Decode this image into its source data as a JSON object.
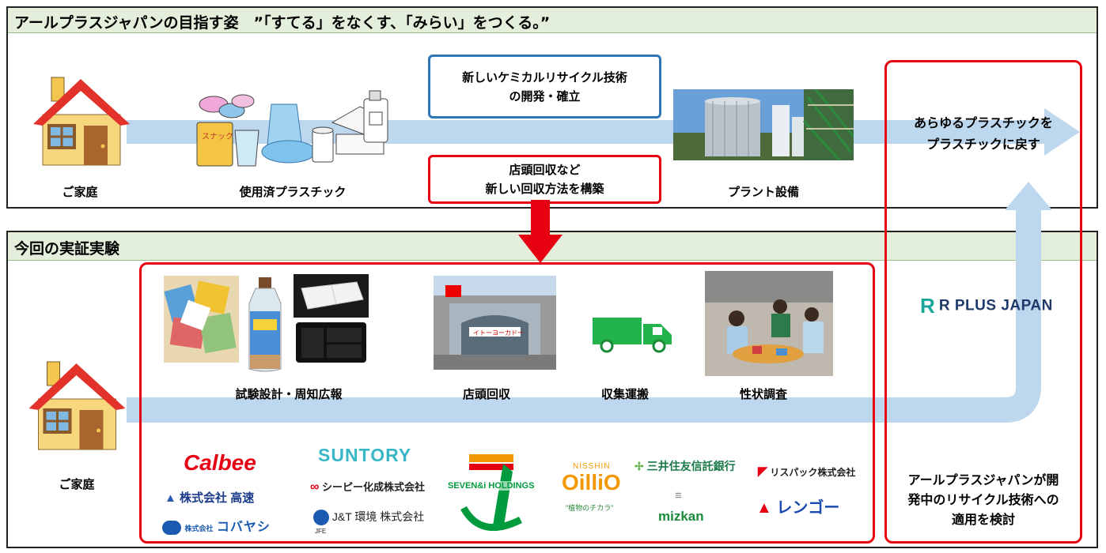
{
  "top_panel": {
    "title": "アールプラスジャパンの目指す姿　”「すてる」をなくす、「みらい」をつくる。”",
    "home_label": "ご家庭",
    "used_plastic_label": "使用済プラスチック",
    "plant_label": "プラント設備",
    "chem_box": [
      "新しいケミカルリサイクル技術",
      "の開発・確立"
    ],
    "collect_box": [
      "店頭回収など",
      "新しい回収方法を構築"
    ],
    "goal_text": [
      "あらゆるプラスチックを",
      "プラスチックに戻す"
    ]
  },
  "bottom_panel": {
    "title": "今回の実証実験",
    "home_label": "ご家庭",
    "steps": [
      "試験設計・周知広報",
      "店頭回収",
      "収集運搬",
      "性状調査"
    ],
    "snack_text": "スナック",
    "store_sign": "イトーヨーカドー"
  },
  "right_column": {
    "brand": "R PLUS JAPAN",
    "text": [
      "アールプラスジャパンが開",
      "発中のリサイクル技術への",
      "適用を検討"
    ]
  },
  "partners": {
    "calbee": "Calbee",
    "kousoku": "株式会社 高速",
    "cobayashi": "コバヤシ",
    "cobayashi_prefix": "株式会社",
    "suntory": "SUNTORY",
    "cpkasei": "シーピー化成株式会社",
    "jt": "J&T 環境 株式会社",
    "jfe": "JFE",
    "seven_i": "SEVEN&i HOLDINGS",
    "nisshin_top": "NISSHIN",
    "oillio": "OilliO",
    "nisshin_tag": "\"植物のチカラ\"",
    "mitsui": "三井住友信託銀行",
    "mizkan": "mizkan",
    "rispack": "リスパック株式会社",
    "rengo": "レンゴー"
  },
  "colors": {
    "flow_arrow": "#bdd7ee",
    "red_accent": "#e60012",
    "blue_box": "#2e75b6",
    "header_green": "#e3efda"
  }
}
